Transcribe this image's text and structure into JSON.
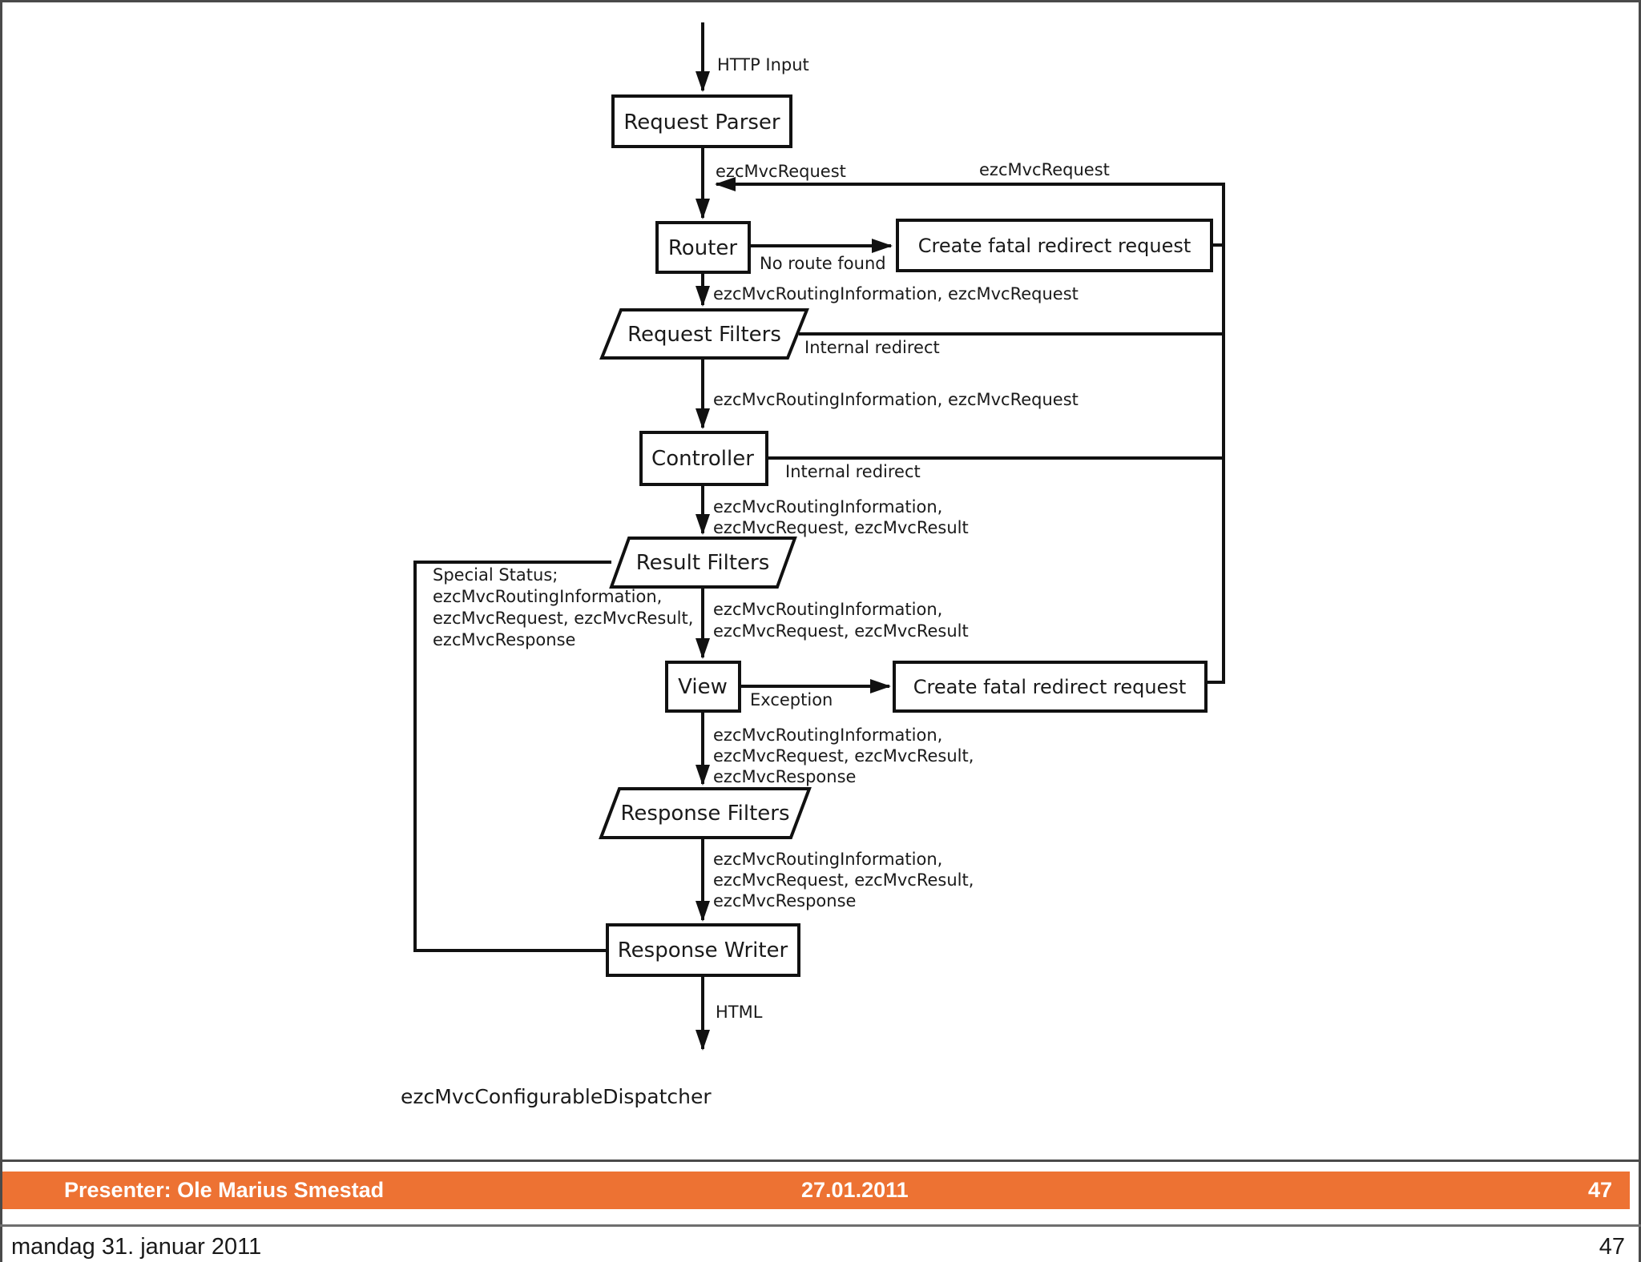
{
  "slide": {
    "diagram": {
      "caption": "ezcMvcConfigurableDispatcher",
      "nodes": {
        "request_parser": "Request Parser",
        "router": "Router",
        "create_fatal_redirect_1": "Create fatal redirect request",
        "request_filters": "Request Filters",
        "controller": "Controller",
        "result_filters": "Result Filters",
        "view": "View",
        "create_fatal_redirect_2": "Create fatal redirect request",
        "response_filters": "Response Filters",
        "response_writer": "Response Writer"
      },
      "edge_labels": {
        "http_input": "HTTP Input",
        "ezcmvcrequest": "ezcMvcRequest",
        "ezcmvcrequest_return": "ezcMvcRequest",
        "no_route_found": "No route found",
        "router_out": "ezcMvcRoutingInformation, ezcMvcRequest",
        "internal_redirect_request_filters": "Internal redirect",
        "request_filters_out": "ezcMvcRoutingInformation, ezcMvcRequest",
        "internal_redirect_controller": "Internal redirect",
        "controller_out": [
          "ezcMvcRoutingInformation,",
          "ezcMvcRequest, ezcMvcResult"
        ],
        "special_status": [
          "Special Status;",
          "ezcMvcRoutingInformation,",
          "ezcMvcRequest, ezcMvcResult,",
          "ezcMvcResponse"
        ],
        "result_filters_out": [
          "ezcMvcRoutingInformation,",
          "ezcMvcRequest, ezcMvcResult"
        ],
        "exception": "Exception",
        "view_out": [
          "ezcMvcRoutingInformation,",
          "ezcMvcRequest, ezcMvcResult,",
          "ezcMvcResponse"
        ],
        "response_filters_out": [
          "ezcMvcRoutingInformation,",
          "ezcMvcRequest, ezcMvcResult,",
          "ezcMvcResponse"
        ],
        "html_output": "HTML"
      }
    },
    "footer_bar": {
      "presenter": "Presenter: Ole Marius Smestad",
      "date": "27.01.2011",
      "page_number": "47"
    },
    "status_row": {
      "date": "mandag 31. januar 2011",
      "page_number": "47"
    },
    "colors": {
      "accent_orange": "#ED7233",
      "frame_gray": "#4A4A4A",
      "divider_gray": "#6E6E6E",
      "diagram_ink": "#111111"
    }
  }
}
